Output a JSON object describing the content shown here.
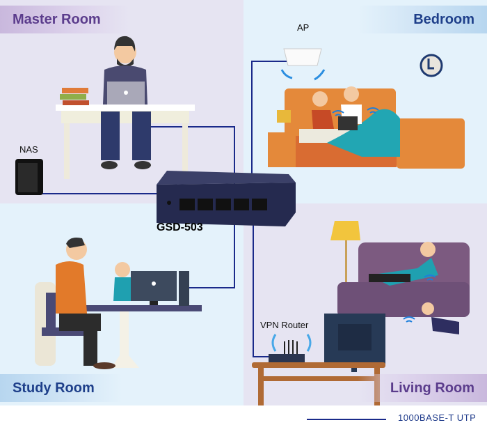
{
  "rooms": {
    "master": "Master Room",
    "bedroom": "Bedroom",
    "study": "Study Room",
    "living": "Living Room"
  },
  "devices": {
    "nas": "NAS",
    "ap": "AP",
    "switch": "GSD-503",
    "router": "VPN Router"
  },
  "legend": {
    "cable": "1000BASE-T UTP"
  },
  "colors": {
    "cable": "#1a2a8a",
    "master_label": "#5b3c8c",
    "bedroom_label": "#1e3f8a"
  }
}
